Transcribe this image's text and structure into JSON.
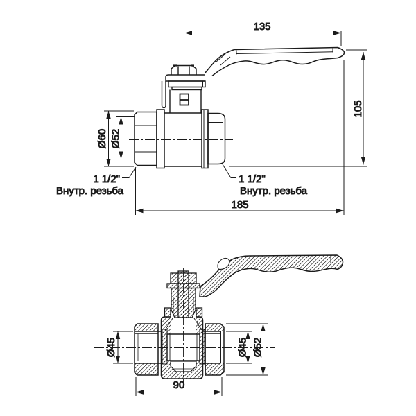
{
  "drawing": {
    "subject": "brass ball valve with lever handle, two-view technical drawing",
    "background": "#ffffff",
    "line_color": "#1b1b1b",
    "top_view": {
      "dim_handle_length": "135",
      "dim_overall_height": "105",
      "dim_outer_hex": "Ø60",
      "dim_thread_dia": "Ø52",
      "dim_overall_length": "185",
      "left_port_size": "1 1/2\"",
      "left_port_note": "Внутр. резьба",
      "right_port_size": "1 1/2\"",
      "right_port_note": "Внутр. резьба"
    },
    "section_view": {
      "dim_bore_left": "Ø45",
      "dim_bore_right": "Ø45",
      "dim_outer_dia": "Ø52",
      "dim_body_length": "90"
    }
  }
}
